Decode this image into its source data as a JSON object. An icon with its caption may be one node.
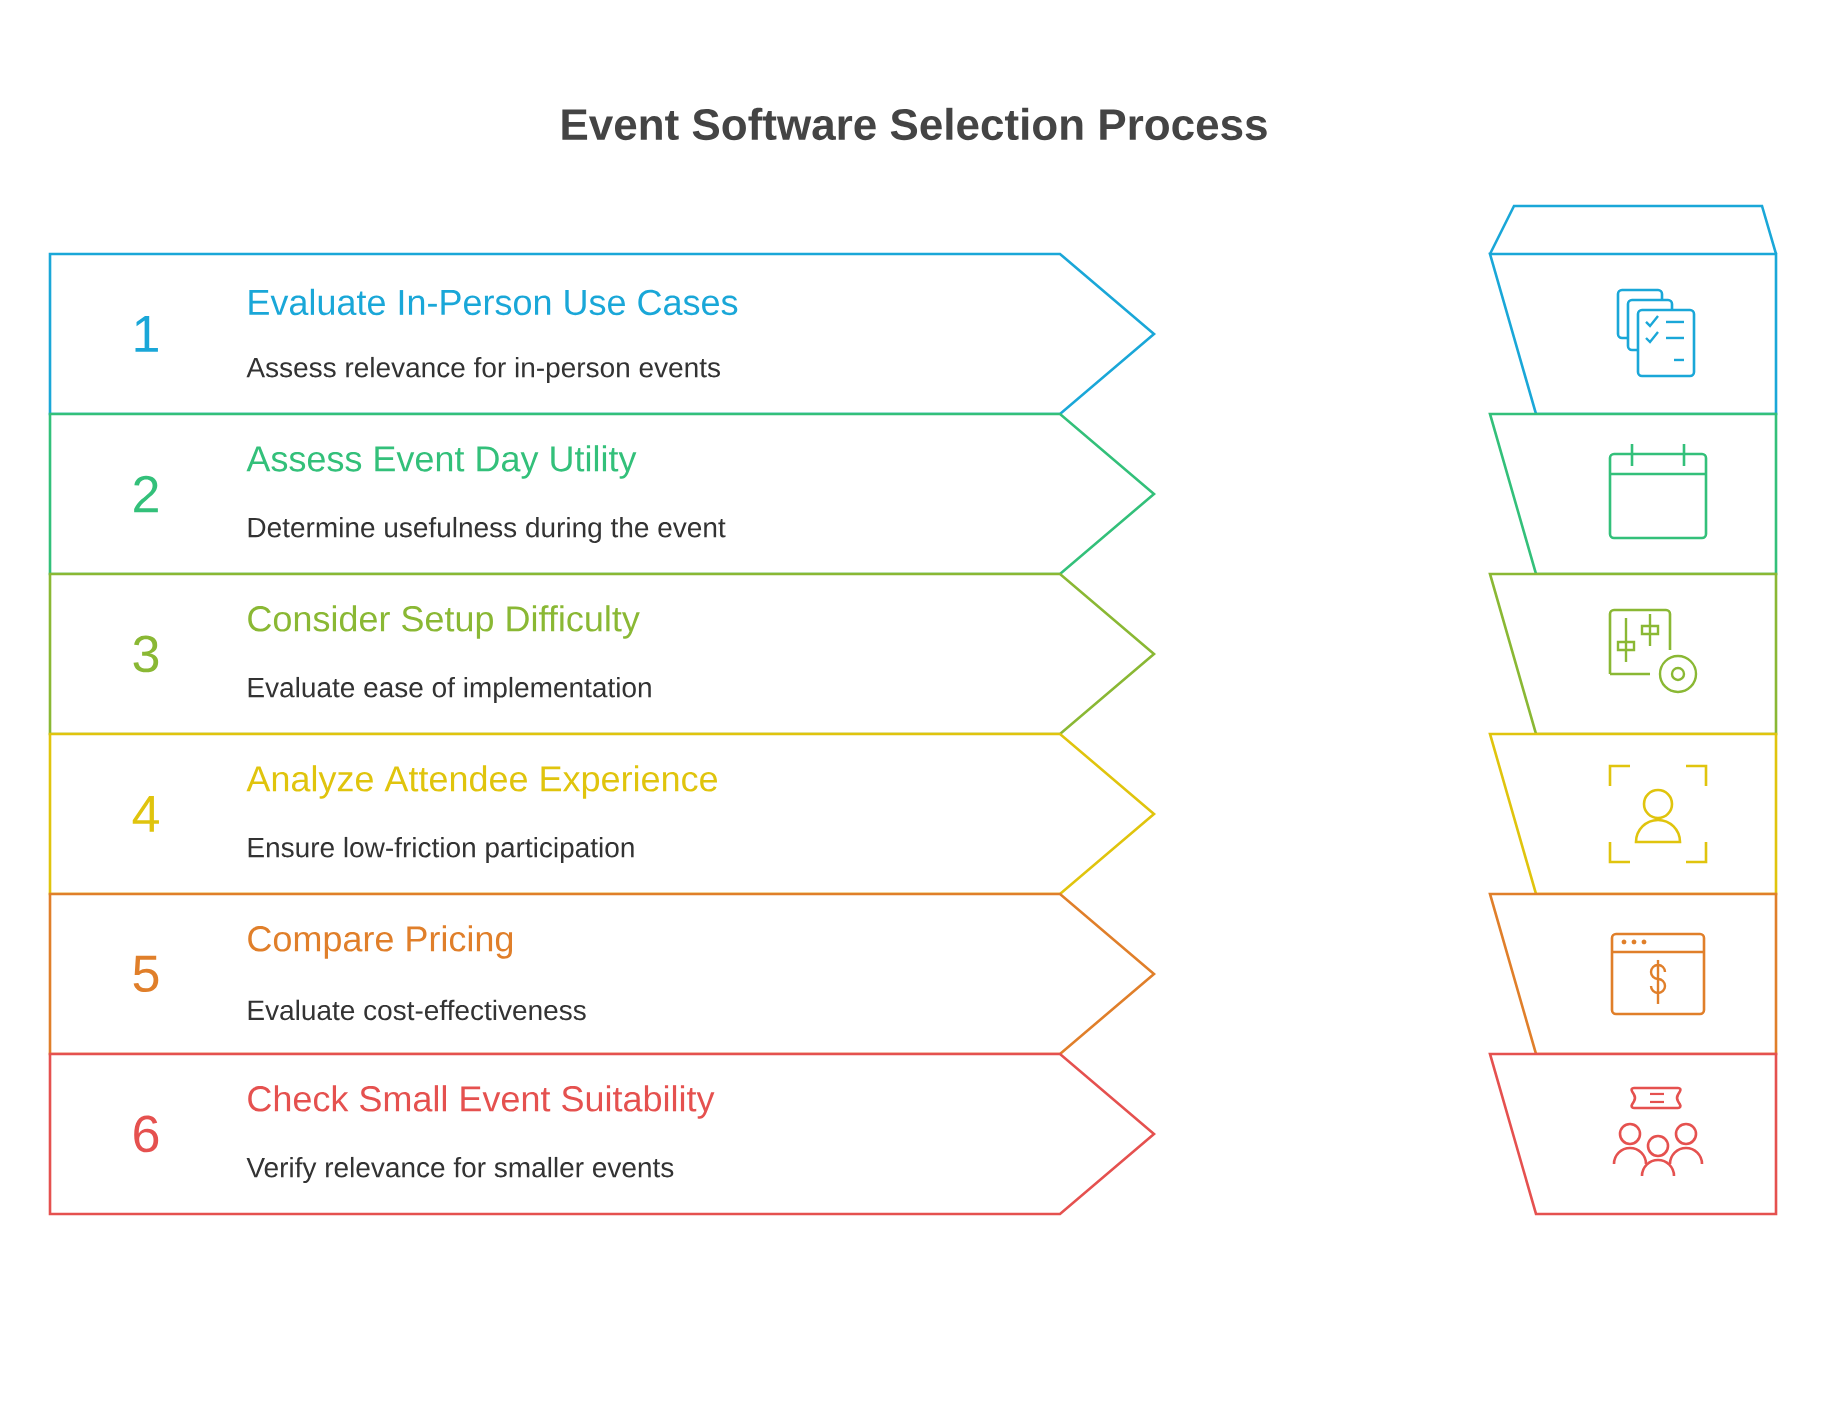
{
  "diagram": {
    "title": "Event Software Selection Process",
    "nodes": [
      {
        "text": [
          "1",
          "Evaluate In-Person Use Cases",
          "Assess relevance for in-person events"
        ]
      },
      {
        "text": [
          "2",
          "Assess Event Day Utility",
          "Determine usefulness during the event"
        ]
      },
      {
        "text": [
          "3",
          "Consider Setup Difficulty",
          "Evaluate ease of implementation"
        ]
      },
      {
        "text": [
          "4",
          "Analyze Attendee Experience",
          "Ensure low-friction participation"
        ]
      },
      {
        "text": [
          "5",
          "Compare Pricing",
          "Evaluate cost-effectiveness"
        ]
      },
      {
        "text": [
          "6",
          "Check Small Event Suitability",
          "Verify relevance for smaller events"
        ]
      }
    ]
  }
}
